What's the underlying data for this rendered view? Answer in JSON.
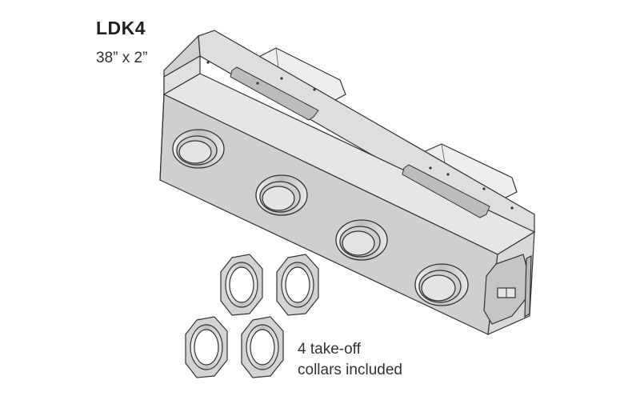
{
  "product": {
    "model": "LDK4",
    "size": "38” x 2”"
  },
  "caption": {
    "line1": "4 take-off",
    "line2": "collars included"
  },
  "illustration": {
    "subject": "linear diffuser plenum box with four round take-off outlets and mounting brackets",
    "outlet_count": 4,
    "loose_collar_count": 4,
    "colors": {
      "outline": "#333333",
      "face": "#cfcfcf",
      "top": "#e4e4e4",
      "end": "#d8d8d8",
      "bracket": "#eeeeee",
      "collar": "#d3d3d3"
    }
  }
}
